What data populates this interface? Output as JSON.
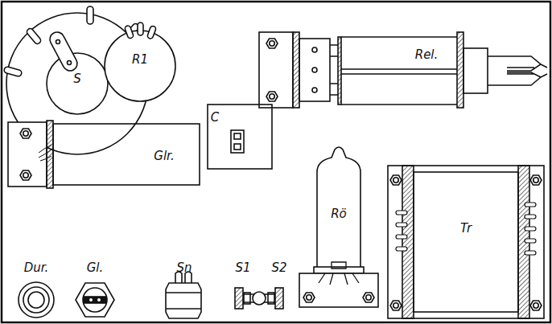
{
  "diagram": {
    "labels": [
      "S",
      "R1",
      "Rel.",
      "C",
      "Glr.",
      "Rö",
      "Tr",
      "Dur.",
      "Gl.",
      "Sn",
      "S1",
      "S2"
    ]
  }
}
